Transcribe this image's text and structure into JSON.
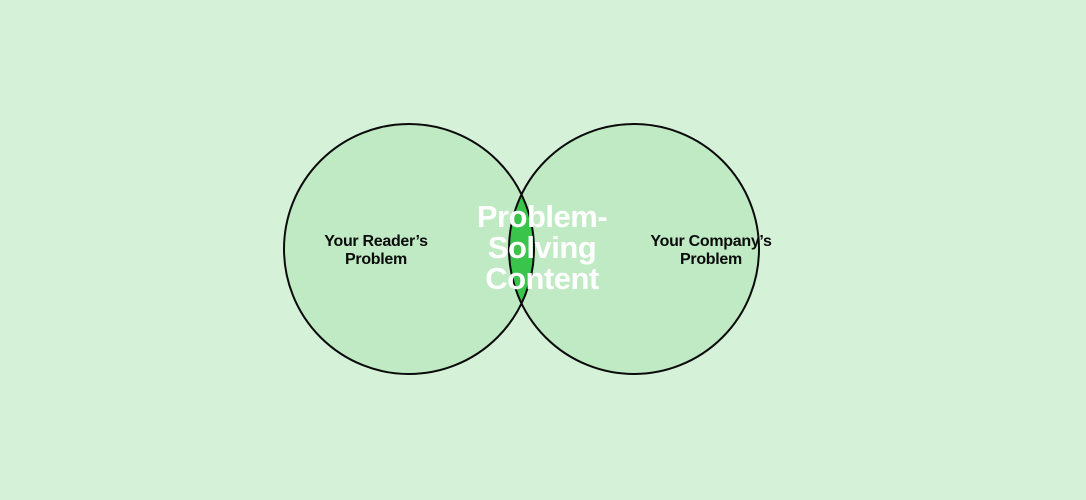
{
  "colors": {
    "background": "#d5f2d8",
    "circle_fill": "#bfeac4",
    "intersection_fill": "#3bc44b",
    "stroke": "#0b0b0b",
    "center_text": "#ffffff",
    "side_text": "#0b0b0b"
  },
  "diagram": {
    "left_circle": {
      "label_lines": [
        "Your Reader’s",
        "Problem"
      ]
    },
    "right_circle": {
      "label_lines": [
        "Your Company’s",
        "Problem"
      ]
    },
    "intersection": {
      "label_lines": [
        "Problem-",
        "Solving",
        "Content"
      ]
    }
  }
}
